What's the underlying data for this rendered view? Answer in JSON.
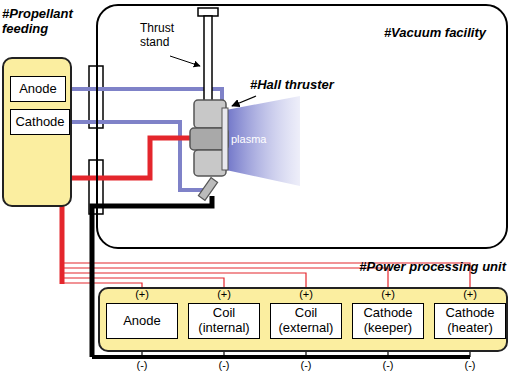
{
  "diagram": {
    "nodes": [
      {
        "text": [
          "#Propellant feeding"
        ]
      },
      {
        "text": [
          "Anode"
        ],
        "in": 0
      },
      {
        "text": [
          "Cathode"
        ],
        "in": 0
      },
      {
        "text": [
          "#Vacuum facility"
        ]
      },
      {
        "text": [
          "#Power processing unit"
        ]
      },
      {
        "text": [
          "Anode"
        ],
        "in": 4
      },
      {
        "text": [
          "Coil (internal)"
        ],
        "in": 4
      },
      {
        "text": [
          "Coil (external)"
        ],
        "in": 4
      },
      {
        "text": [
          "Cathode (keeper)"
        ],
        "in": 4
      },
      {
        "text": [
          "Cathode (heater)"
        ],
        "in": 4
      }
    ],
    "labels": [
      "Thrust stand",
      "#Hall thruster",
      "plasma",
      "(+)",
      "(+)",
      "(+)",
      "(+)",
      "(+)",
      "(-)",
      "(-)",
      "(-)",
      "(-)",
      "(-)"
    ]
  }
}
